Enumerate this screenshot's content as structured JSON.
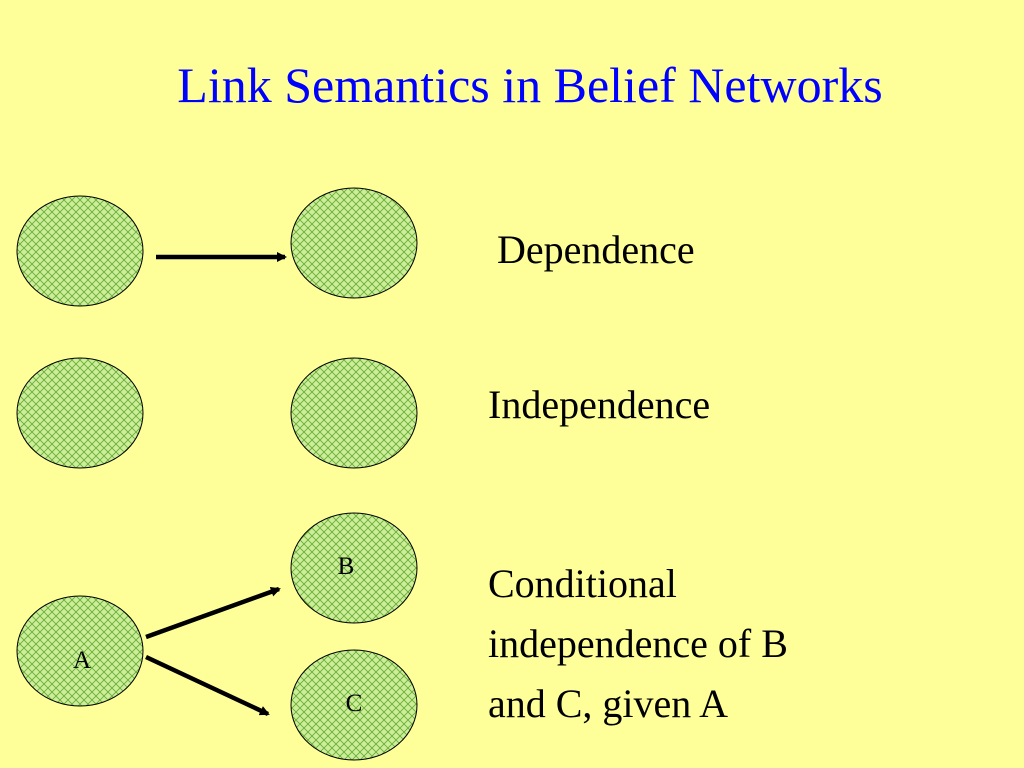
{
  "title": "Link Semantics in Belief Networks",
  "colors": {
    "background": "#FFFF99",
    "title": "#0000FF",
    "node_fill": "#CCEE99",
    "node_hatch": "#66AA33"
  },
  "rows": {
    "dependence": {
      "label": "Dependence"
    },
    "independence": {
      "label": "Independence"
    },
    "conditional": {
      "lines": [
        "Conditional",
        "independence of B",
        "and C, given A"
      ],
      "nodes": {
        "a": "A",
        "b": "B",
        "c": "C"
      }
    }
  }
}
